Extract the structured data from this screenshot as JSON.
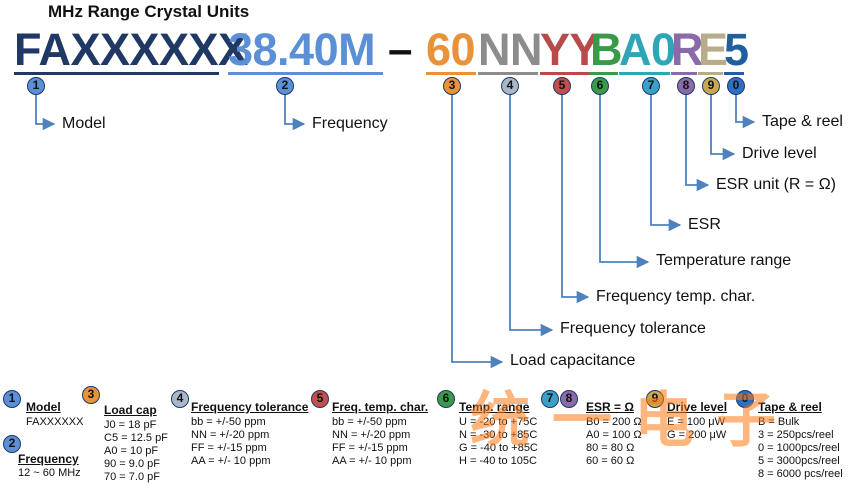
{
  "title": "MHz Range Crystal Units",
  "part_number": {
    "model": "FAXXXXXX",
    "frequency": "38.40M",
    "dash": "–",
    "segments": [
      {
        "text": "60",
        "color": "#e8923a"
      },
      {
        "text": "NN",
        "color": "#8c8c8c"
      },
      {
        "text": "YY",
        "color": "#b84a4a"
      },
      {
        "text": "B",
        "color": "#3a9a4a"
      },
      {
        "text": "A0",
        "color": "#2fa6b8"
      },
      {
        "text": "R",
        "color": "#8a6aa8"
      },
      {
        "text": "E",
        "color": "#b8ad8a"
      },
      {
        "text": "5",
        "color": "#1f5fa0"
      }
    ],
    "model_color": "#1f3864",
    "frequency_color": "#5b8fd6"
  },
  "markers": [
    "1",
    "2",
    "3",
    "4",
    "5",
    "6",
    "7",
    "8",
    "9",
    "0"
  ],
  "marker_colors": [
    "#5b8fd6",
    "#5b8fd6",
    "#e8923a",
    "#aab7c8",
    "#c0504d",
    "#3a9a4a",
    "#3aa0c8",
    "#8a6aa8",
    "#c8a850",
    "#2f6fc0"
  ],
  "callouts": {
    "model": "Model",
    "frequency": "Frequency",
    "tape_reel": "Tape & reel",
    "drive_level": "Drive level",
    "esr_unit": "ESR unit (R = Ω)",
    "esr": "ESR",
    "temp_range": "Temperature range",
    "freq_temp_char": "Frequency temp. char.",
    "freq_tolerance": "Frequency tolerance",
    "load_capacitance": "Load capacitance"
  },
  "legend": {
    "model": {
      "title": "Model",
      "items": [
        "FAXXXXXX"
      ]
    },
    "frequency": {
      "title": "Frequency",
      "items": [
        "12 ~ 60 MHz"
      ]
    },
    "load_cap": {
      "title": "Load cap",
      "items": [
        "J0 = 18 pF",
        "C5 = 12.5 pF",
        "A0 = 10 pF",
        "90 = 9.0 pF",
        "70 = 7.0 pF"
      ]
    },
    "freq_tolerance": {
      "title": "Frequency tolerance",
      "items": [
        "bb = +/-50 ppm",
        "NN = +/-20 ppm",
        "FF = +/-15 ppm",
        "AA = +/- 10 ppm"
      ]
    },
    "freq_temp": {
      "title": "Freq. temp. char.",
      "items": [
        "bb = +/-50 ppm",
        "NN = +/-20 ppm",
        "FF = +/-15 ppm",
        "AA = +/- 10 ppm"
      ]
    },
    "temp_range": {
      "title": "Temp. range",
      "items": [
        "U = -20 to +75C",
        "N = -30 to +85C",
        "G = -40 to +85C",
        "H = -40 to 105C"
      ]
    },
    "esr": {
      "title": "ESR = Ω",
      "items": [
        "B0 = 200 Ω",
        "A0 = 100 Ω",
        "80 = 80 Ω",
        "60 = 60 Ω"
      ]
    },
    "drive_level": {
      "title": "Drive level",
      "items": [
        "E = 100 μW",
        "G = 200 μW"
      ]
    },
    "tape_reel": {
      "title": "Tape & reel",
      "items": [
        "B = Bulk",
        "3 = 250pcs/reel",
        "0 = 1000pcs/reel",
        "5 = 3000pcs/reel",
        "8 = 6000 pcs/reel"
      ]
    }
  },
  "watermark": "统一电子"
}
